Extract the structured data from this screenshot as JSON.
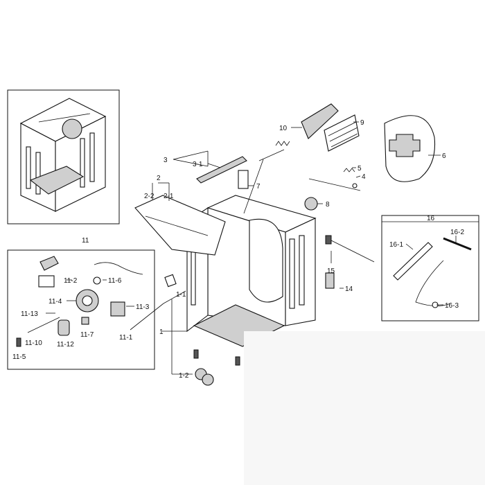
{
  "labels": {
    "l1": "1",
    "l1_1": "1-1",
    "l1_2": "1-2",
    "l2": "2",
    "l2_1": "2-1",
    "l2_2": "2-2",
    "l3": "3",
    "l3_1": "3-1",
    "l4": "4",
    "l5": "5",
    "l6": "6",
    "l7": "7",
    "l8": "8",
    "l9": "9",
    "l10": "10",
    "l11": "11",
    "l11_1": "11-1",
    "l11_2": "11-2",
    "l11_3": "11-3",
    "l11_4": "11-4",
    "l11_5": "11-5",
    "l11_6": "11-6",
    "l11_7": "11-7",
    "l11_10": "11-10",
    "l11_12": "11-12",
    "l11_13": "11-13",
    "l14": "14",
    "l15": "15",
    "l16": "16",
    "l16_1": "16-1",
    "l16_2": "16-2",
    "l16_3": "16-3"
  }
}
